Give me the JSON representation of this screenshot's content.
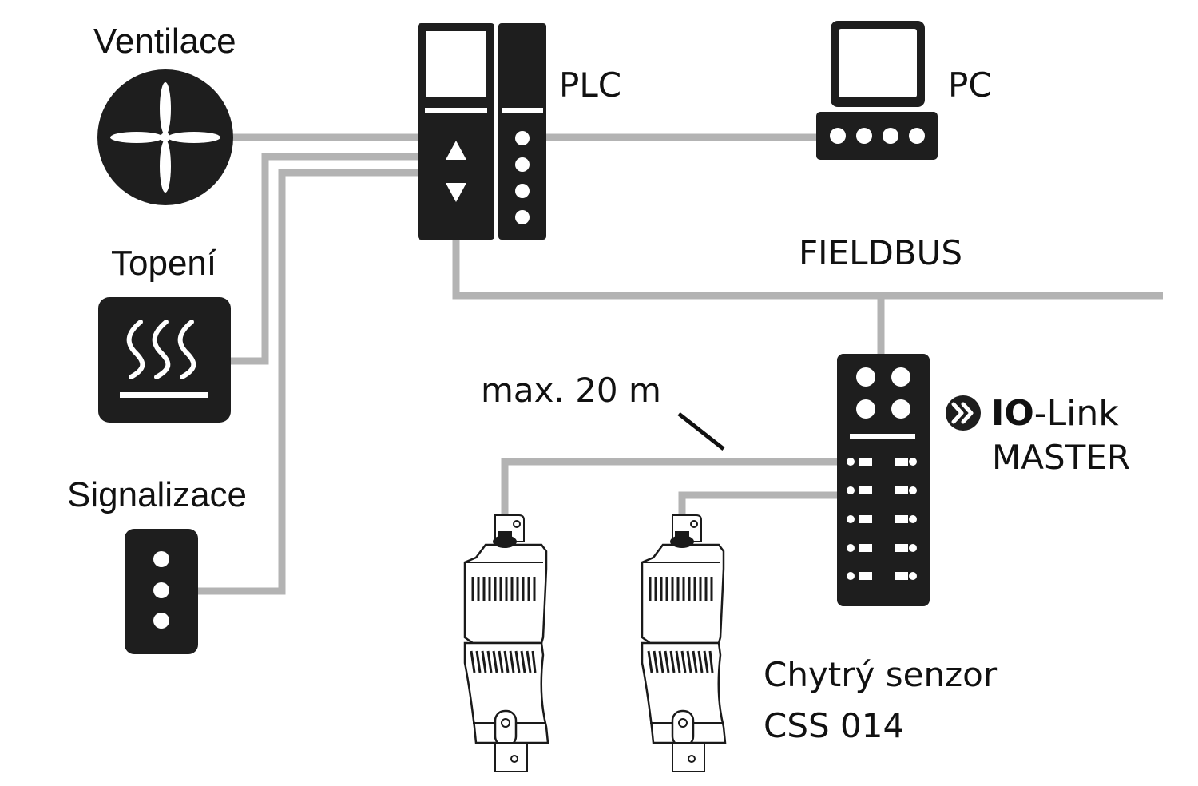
{
  "labels": {
    "ventilace": "Ventilace",
    "topeni": "Topení",
    "signalizace": "Signalizace",
    "plc": "PLC",
    "pc": "PC",
    "fieldbus": "FIELDBUS",
    "max_length": "max. 20 m",
    "io_link_io": "IO",
    "io_link_link": "-Link",
    "master": "MASTER",
    "sensor_name": "Chytrý senzor",
    "sensor_model": "CSS 014"
  },
  "colors": {
    "device": "#1e1e1e",
    "cable": "#b3b3b3",
    "background": "#ffffff",
    "sensor_outline": "#1a1a1a"
  },
  "icons": {
    "ventilace": "fan-icon",
    "topeni": "heater-icon",
    "signalizace": "signal-light-icon",
    "plc": "plc-icon",
    "pc": "pc-icon",
    "master": "io-link-master-icon",
    "io_link_logo": "io-link-logo-icon",
    "sensor": "smart-sensor-icon"
  }
}
